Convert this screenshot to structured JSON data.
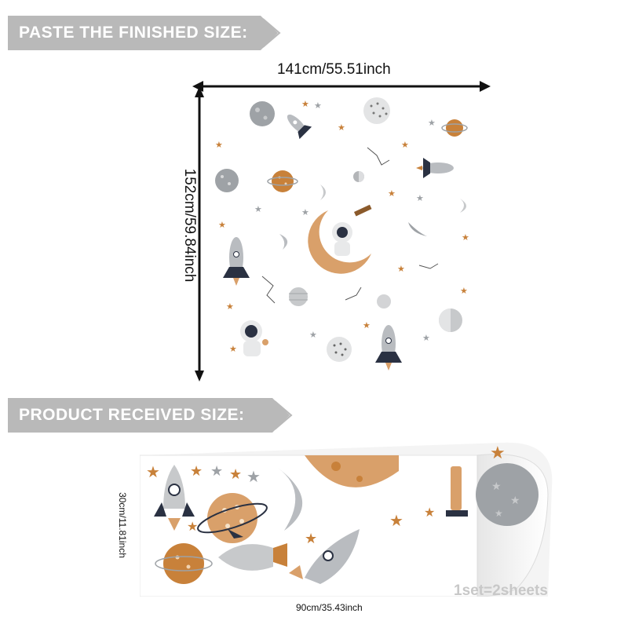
{
  "banners": {
    "top": "PASTE THE FINISHED SIZE:",
    "bottom": "PRODUCT RECEIVED SIZE:"
  },
  "finished": {
    "width_label": "141cm/55.51inch",
    "height_label": "152cm/59.84inch"
  },
  "received": {
    "height_label": "30cm/11.81inch",
    "width_label": "90cm/35.43inch",
    "set_label": "1set=2sheets"
  },
  "colors": {
    "banner": "#b9b9b9",
    "orange": "#c8813a",
    "tan": "#d9a06a",
    "gray": "#9ea2a6",
    "navy": "#2a3142"
  }
}
